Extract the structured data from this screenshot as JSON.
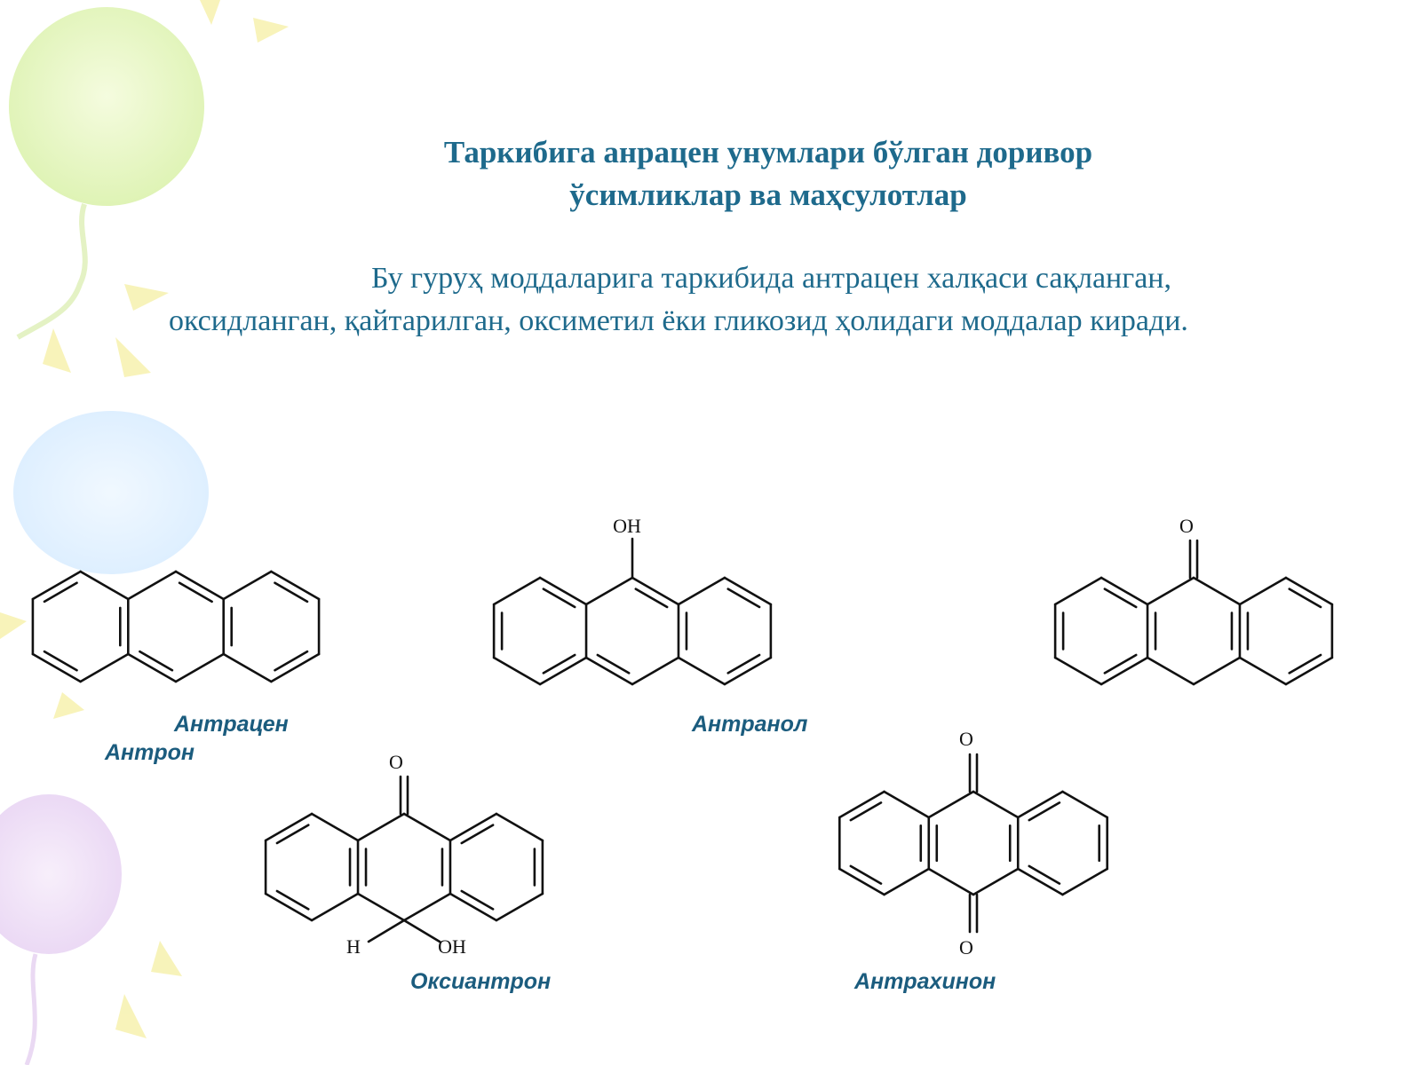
{
  "colors": {
    "title": "#1e6a8c",
    "text": "#1e6a8c",
    "label": "#1b5c7e",
    "bond": "#111111"
  },
  "title": {
    "line1": "Таркибига анрацен унумлари бўлган доривор",
    "line2": "ўсимликлар ва маҳсулотлар"
  },
  "paragraph": {
    "line1": "Бу гуруҳ моддаларига таркибида антрацен халқаси сақланган,",
    "line2": "оксидланган, қайтарилган, оксиметил ёки гликозид ҳолидаги моддалар киради."
  },
  "molecules": {
    "anthranol": {
      "substituent": "OH"
    },
    "anthrone": {
      "substituent": "O"
    },
    "oxyanthrone": {
      "top": "O",
      "left": "H",
      "right": "OH"
    },
    "anthraquinone": {
      "top": "O",
      "bottom": "O"
    }
  },
  "labels": {
    "anthracene": "Антрацен",
    "anthrone": "Антрон",
    "anthranol": "Антранол",
    "oxyanthrone": "Оксиантрон",
    "anthraquinone": "Антрахинон"
  }
}
